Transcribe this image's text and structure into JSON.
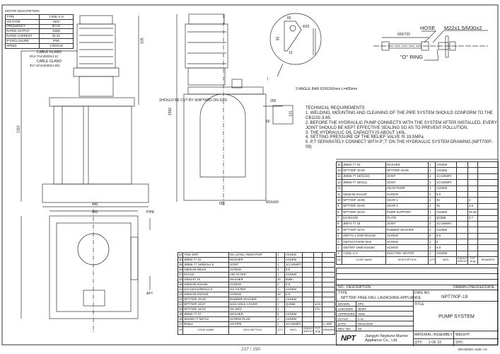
{
  "motor_description": {
    "title": "MOTOR DESCRIPTION",
    "rows": [
      [
        "TYPE",
        "Y160L-4-H"
      ],
      [
        "VOLTAGE",
        "440V"
      ],
      [
        "FREQUENCY",
        "60 Hz"
      ],
      [
        "RATED OUTPUT",
        "15kW"
      ],
      [
        "RATED CURRENT",
        "26.3A"
      ],
      [
        "IP ENCLOSURE",
        "IP56"
      ],
      [
        "SPEED",
        "1760r/min"
      ]
    ]
  },
  "labels": {
    "cable_gland_1": "CABLE GLAND",
    "cable_gland_1_spec": "Ф12.7mm(M20x1.5)",
    "cable_gland_2": "CABLE GLAND",
    "cable_gland_2_spec": "Ф17.0mm(M20x1.55)",
    "dim_635": "635",
    "dim_1592": "1592",
    "dim_1110": "1110",
    "dim_440": "440",
    "dim_651": "651",
    "dim_265": "265",
    "dim_420": "420",
    "cut_note": "SHOULD BE CUT BY SHIPYARD ON SITE",
    "angle_bar": "2-ANGLE BAR 63X63X6mm  L=405mm",
    "bolt": "M16x50",
    "detail_65": "65",
    "detail_95": "95",
    "detail_25": "Ф25",
    "detail_10": "10",
    "detail_mark": "I",
    "hose": "HOSE",
    "hose_thread": "M22x1.5/M30x2",
    "hose_len": "600/720",
    "o_ring": "\"O\" RING",
    "pipe": "PIPE",
    "aft": "AFT",
    "dim_56": "56",
    "dim_131": "131"
  },
  "technical_requirements": [
    "TECHNICAL REQUIREMENTS",
    "1. WELDING, MOUNTING AND CLEANING OF THE PIPE SYSTEM SHOULD CONFORM TO THE CB1102.3-85.",
    "2. BEFORE THE HYDRAULIC PUMP CONNECTS WITH THE SYSTEM AFTER INSTALLED, EVERY JOINT SHOULD BE KEPT EFFECTIVE SEALING SO AS TO PREVENT POLLUTION.",
    "3. THE HYDRAULIC OIL CAPACITY IS ABOUT 140L.",
    "4. SETTING PRESSURE OF THE RELIEF VALVE IS 19.5MPa",
    "5. P,T SEPARATELY CONNECT WITH P',T' ON THE HYDRAULIC SYSTEM DRAWING.(NPT700F-09)"
  ],
  "parts_upper": [
    [
      "16",
      "JB982-77 33",
      "WASHER",
      "1",
      "ASSEM",
      "",
      "",
      ""
    ],
    [
      "15",
      "NPT700F-19-06",
      "NPT700F-19-06",
      "1",
      "ASSEM",
      "",
      "",
      ""
    ],
    [
      "14",
      "JB966-77 18/G(3/4)",
      "JOINT",
      "1",
      "1Cr18Ni9Ti",
      "",
      "",
      ""
    ],
    [
      "13",
      "JB966-77 28/G(1)",
      "JOINT",
      "1",
      "1Cr18Ni9Ti",
      "",
      "",
      ""
    ],
    [
      "12",
      "",
      "GEAR PUMP",
      "1",
      "ASSEM",
      "",
      "",
      ""
    ],
    [
      "11",
      "GB55-85 M14x40",
      "SCREW",
      "2",
      "8.8",
      "",
      "",
      ""
    ],
    [
      "10",
      "NPT700F-19-05",
      "GEAR 1",
      "1",
      "45",
      "",
      "3",
      ""
    ],
    [
      "9",
      "NPT700F-19-04",
      "GEAR 2",
      "1",
      "45",
      "",
      "2.5",
      ""
    ],
    [
      "8",
      "NPT700F-19-02",
      "PUMP SUPPORT",
      "1",
      "ASSEM",
      "",
      "28.36",
      ""
    ],
    [
      "7",
      "6x130x130",
      "PLATE",
      "1",
      "Q235B",
      "",
      "0.7",
      ""
    ],
    [
      "6",
      "JB974-77 18",
      "JOINT",
      "3",
      "1Cr18Ni9Ti",
      "",
      "",
      ""
    ],
    [
      "5",
      "NPT700F-19-01",
      "RUBBER WASHER",
      "1",
      "ASSEM",
      "",
      "",
      ""
    ],
    [
      "4",
      "GB/T70.1-2000 M12x35",
      "SCREW",
      "6",
      "8.8",
      "",
      "",
      ""
    ],
    [
      "3",
      "GB/T6170-2000 M18",
      "SCREW",
      "4",
      "8",
      "",
      "",
      ""
    ],
    [
      "2",
      "GB/T897-1988 M16x50",
      "SCREW",
      "4",
      "8.8",
      "",
      "",
      ""
    ],
    [
      "1",
      "Y160L-4-H",
      "ELECTRIC MOTOR",
      "1",
      "ASSEM",
      "",
      "",
      ""
    ]
  ],
  "parts_lower": [
    [
      "31",
      "YWZ-200T",
      "OIL LEVEL INDICATOR",
      "1",
      "ASSEM",
      "",
      "",
      ""
    ],
    [
      "30",
      "JB982-77 22",
      "WASHER",
      "1",
      "ASSEM",
      "",
      "",
      ""
    ],
    [
      "29",
      "JB966-77 18/M22x1.5",
      "JOINT",
      "1",
      "1Cr18Ni9Ti",
      "",
      "",
      ""
    ],
    [
      "28",
      "GB55-85 M8x15",
      "SCREW",
      "4",
      "8.8",
      "",
      "",
      ""
    ],
    [
      "27",
      "EF4-50",
      "AIR FILTER",
      "1",
      "ASSEM",
      "",
      "",
      ""
    ],
    [
      "26",
      "GB93-87 10",
      "WASHER",
      "34",
      "65Mn",
      "",
      "",
      ""
    ],
    [
      "25",
      "GB55-85 M10x35",
      "SCREW",
      "2",
      "8.8",
      "",
      "",
      ""
    ],
    [
      "24",
      "QYL100x10/M22x1.5",
      "OIL FILTER",
      "1",
      "ASSEM",
      "",
      "",
      ""
    ],
    [
      "23",
      "GB55-85 M10X25",
      "SCREW",
      "32",
      "8.8",
      "",
      "",
      ""
    ],
    [
      "22",
      "NPT700F-19-08",
      "RUBBER WASHER",
      "2",
      "ASSEM",
      "",
      "",
      ""
    ],
    [
      "21",
      "NPT700F-19-07",
      "MAN HOLE COVER",
      "2",
      "Q235B",
      "",
      "14.5",
      ""
    ],
    [
      "20",
      "NPT700F-19-03",
      "OIL BOX",
      "1",
      "",
      "",
      "171",
      ""
    ],
    [
      "19",
      "JB982-77 27",
      "WASHER",
      "5",
      "ASSEM",
      "",
      "",
      ""
    ],
    [
      "18",
      "JB1000-77 M27x2",
      "SCREW PLUG",
      "1",
      "ASSEM",
      "",
      "",
      ""
    ],
    [
      "17",
      "Ф28x4",
      "SS PIPE",
      "1",
      "1Cr18Ni9Ti",
      "",
      "",
      "L=400"
    ]
  ],
  "parts_header": [
    "NO.",
    "CODE NAME",
    "DESCRIPTION",
    "QTY.",
    "MATL",
    "SINGLE WEIGHT",
    "TOT. (Kg)",
    "REMARKS"
  ],
  "title_block": {
    "rev_header": [
      "NO.",
      "DESCRIPTION",
      "DRAWN",
      "CHECKED",
      "DATE"
    ],
    "type_label": "TYPE",
    "type_value": "NPT700F FREE FALL LAUNCHING APPLIANCE",
    "dwg_no_label": "DWG NO.",
    "dwg_no": "NPT700F-19",
    "title_label": "TITLE",
    "title": "PUMP SYSTEM",
    "rows": [
      [
        "DRAWN",
        "ZPX"
      ],
      [
        "CHECKED",
        "JDWY"
      ],
      [
        "APPROVED",
        "HZW"
      ],
      [
        "SCALE",
        "1:11"
      ],
      [
        "DATE",
        "09/11/2020"
      ],
      [
        "REV. NO.",
        "X0"
      ]
    ],
    "logo": "NPT",
    "company": "Jiangyin Neptune Marine Appliance Co., Ltd.",
    "material": "MATERIAL: ASSEMBLY",
    "weight": "WEIGHT:",
    "qty": "QTY:",
    "qty_value": "2 OF 22",
    "sht": "SHT.:",
    "drawing_size": "DRAWING SIZE:  A3"
  },
  "page_indicator": "237 / 290"
}
